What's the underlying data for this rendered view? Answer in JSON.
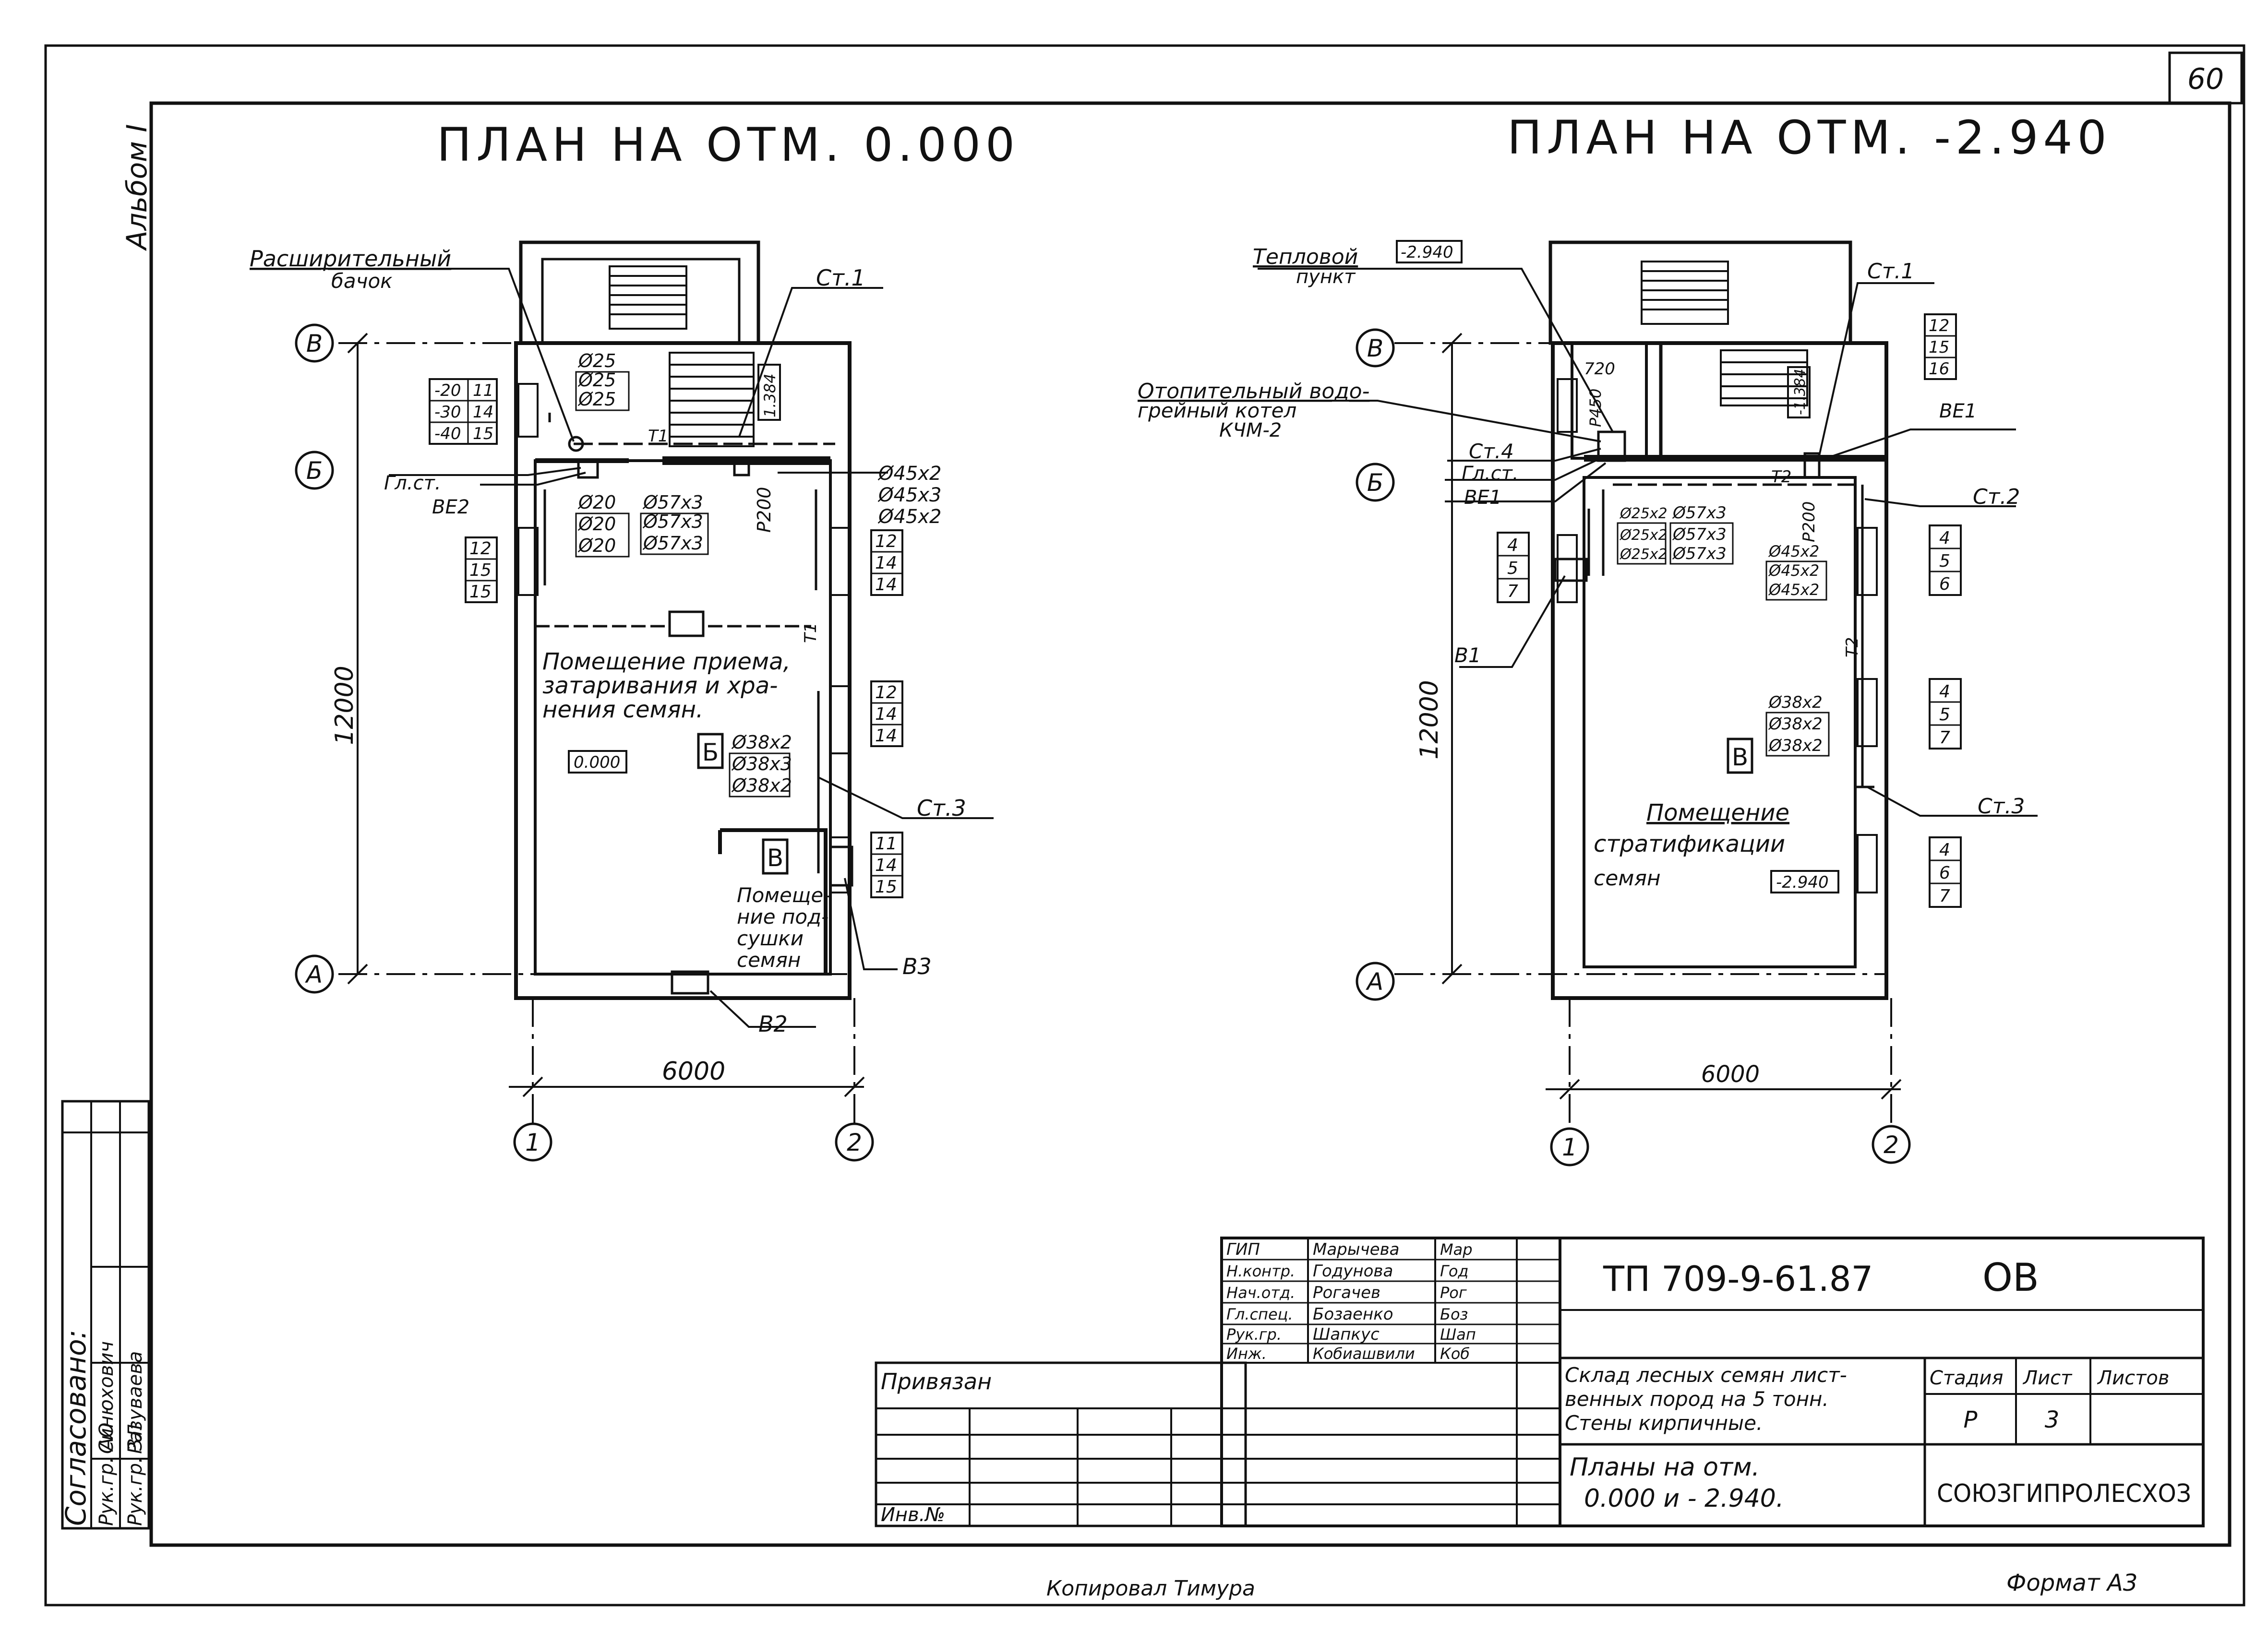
{
  "sheet": {
    "page_number": "60",
    "album_label": "Альбом I",
    "format_label": "Формат А3",
    "copied_by": "Копировал Тимура"
  },
  "plan_left": {
    "title": "ПЛАН НА ОТМ. 0.000",
    "axis_labels": {
      "v": "В",
      "b": "Б",
      "a": "А",
      "c1": "1",
      "c2": "2"
    },
    "dim_height": "12000",
    "dim_width": "6000",
    "expansion_tank_label_1": "Расширительный",
    "expansion_tank_label_2": "бачок",
    "riser_1": "Ст.1",
    "riser_3": "Ст.3",
    "main_riser": "Гл.ст.",
    "vent_ve2": "ВЕ2",
    "vent_v2": "В2",
    "vent_v3": "В3",
    "pipe_t1_a": "Т1",
    "pipe_t1_b": "Т1",
    "pipe_group_upper": [
      "Ø25",
      "Ø25",
      "Ø25"
    ],
    "pipe_group_lower_left": [
      "Ø20",
      "Ø20",
      "Ø20"
    ],
    "pipe_group_lower_right": [
      "Ø57x3",
      "Ø57x3",
      "Ø57x3"
    ],
    "pipe_group_right": [
      "Ø45x2",
      "Ø45x3",
      "Ø45x2"
    ],
    "pipe_group_mid": [
      "Ø38x2",
      "Ø38x3",
      "Ø38x2"
    ],
    "r200": "Р200",
    "level_stair": "1.384",
    "level_floor": "0.000",
    "cat_b_1": "Б",
    "cat_b_2": "В",
    "window_tag_tl": [
      "-20",
      "11",
      "-30",
      "14",
      "-40",
      "15"
    ],
    "window_tag_ml": [
      "12",
      "15",
      "15"
    ],
    "window_tag_mr1": [
      "12",
      "14",
      "14"
    ],
    "window_tag_mr2": [
      "12",
      "14",
      "14"
    ],
    "window_tag_br": [
      "11",
      "14",
      "15"
    ],
    "room_main_1": "Помещение приема,",
    "room_main_2": "затаривания и хра-",
    "room_main_3": "нения семян.",
    "room_dry_1": "Помеще-",
    "room_dry_2": "ние под-",
    "room_dry_3": "сушки",
    "room_dry_4": "семян"
  },
  "plan_right": {
    "title": "ПЛАН НА ОТМ. -2.940",
    "axis_labels": {
      "v": "В",
      "b": "Б",
      "a": "А",
      "c1": "1",
      "c2": "2"
    },
    "dim_height": "12000",
    "dim_width": "6000",
    "heat_point_1": "Тепловой",
    "heat_point_2": "пункт",
    "heat_point_level": "-2.940",
    "boiler_1": "Отопительный водо-",
    "boiler_2": "грейный котел",
    "boiler_3": "КЧМ-2",
    "riser_1": "Ст.1",
    "riser_2": "Ст.2",
    "riser_3": "Ст.3",
    "riser_4": "Ст.4",
    "main_riser": "Гл.ст.",
    "vent_ve1_left": "ВЕ1",
    "vent_ve1_right": "ВЕ1",
    "vent_v1": "В1",
    "pipe_t2_a": "Т2",
    "pipe_t2_b": "Т2",
    "r450": "Р450",
    "r200": "Р200",
    "dim_720": "720",
    "pipe_group_a": [
      "Ø25x2",
      "Ø25x2",
      "Ø25x2"
    ],
    "pipe_group_b": [
      "Ø57x3",
      "Ø57x3",
      "Ø57x3"
    ],
    "pipe_group_c": [
      "Ø45x2",
      "Ø45x2",
      "Ø45x2"
    ],
    "pipe_group_d": [
      "Ø38x2",
      "Ø38x2",
      "Ø38x2"
    ],
    "level_stair": "-1.384",
    "level_floor": "-2.940",
    "cat_b": "В",
    "window_tag_top": [
      "12",
      "15",
      "16"
    ],
    "window_tag_l": [
      "4",
      "5",
      "7"
    ],
    "window_tag_r1": [
      "4",
      "5",
      "6"
    ],
    "window_tag_r2": [
      "4",
      "5",
      "7"
    ],
    "window_tag_r3": [
      "4",
      "6",
      "7"
    ],
    "room_1": "Помещение",
    "room_2": "стратификации",
    "room_3": "семян"
  },
  "approval": {
    "title": "Согласовано:",
    "rows": [
      {
        "role": "Рук.гр. АО",
        "name": "Синюхович"
      },
      {
        "role": "Рук.гр. ЗЛ",
        "name": "Разуваева"
      }
    ]
  },
  "title_block": {
    "code": "ТП 709-9-61.87",
    "mark": "ОВ",
    "binding_label": "Привязан",
    "inv_label": "Инв.№",
    "staff": [
      {
        "role": "ГИП",
        "name": "Марычева",
        "sign": "Мар"
      },
      {
        "role": "Н.контр.",
        "name": "Годунова",
        "sign": "Год"
      },
      {
        "role": "Нач.отд.",
        "name": "Рогачев",
        "sign": "Рог"
      },
      {
        "role": "Гл.спец.",
        "name": "Бозаенко",
        "sign": "Боз"
      },
      {
        "role": "Рук.гр.",
        "name": "Шапкус",
        "sign": "Шап"
      },
      {
        "role": "Инж.",
        "name": "Кобиашвили",
        "sign": "Коб"
      }
    ],
    "project_1": "Склад лесных семян лист-",
    "project_2": "венных пород на 5 тонн.",
    "project_3": "Стены кирпичные.",
    "sheet_title_1": "Планы на отм.",
    "sheet_title_2": "0.000 и - 2.940.",
    "col_stage": "Стадия",
    "col_sheet": "Лист",
    "col_sheets": "Листов",
    "stage": "Р",
    "sheet": "3",
    "sheets": "",
    "organization": "СОЮЗГИПРОЛЕСХОЗ"
  }
}
